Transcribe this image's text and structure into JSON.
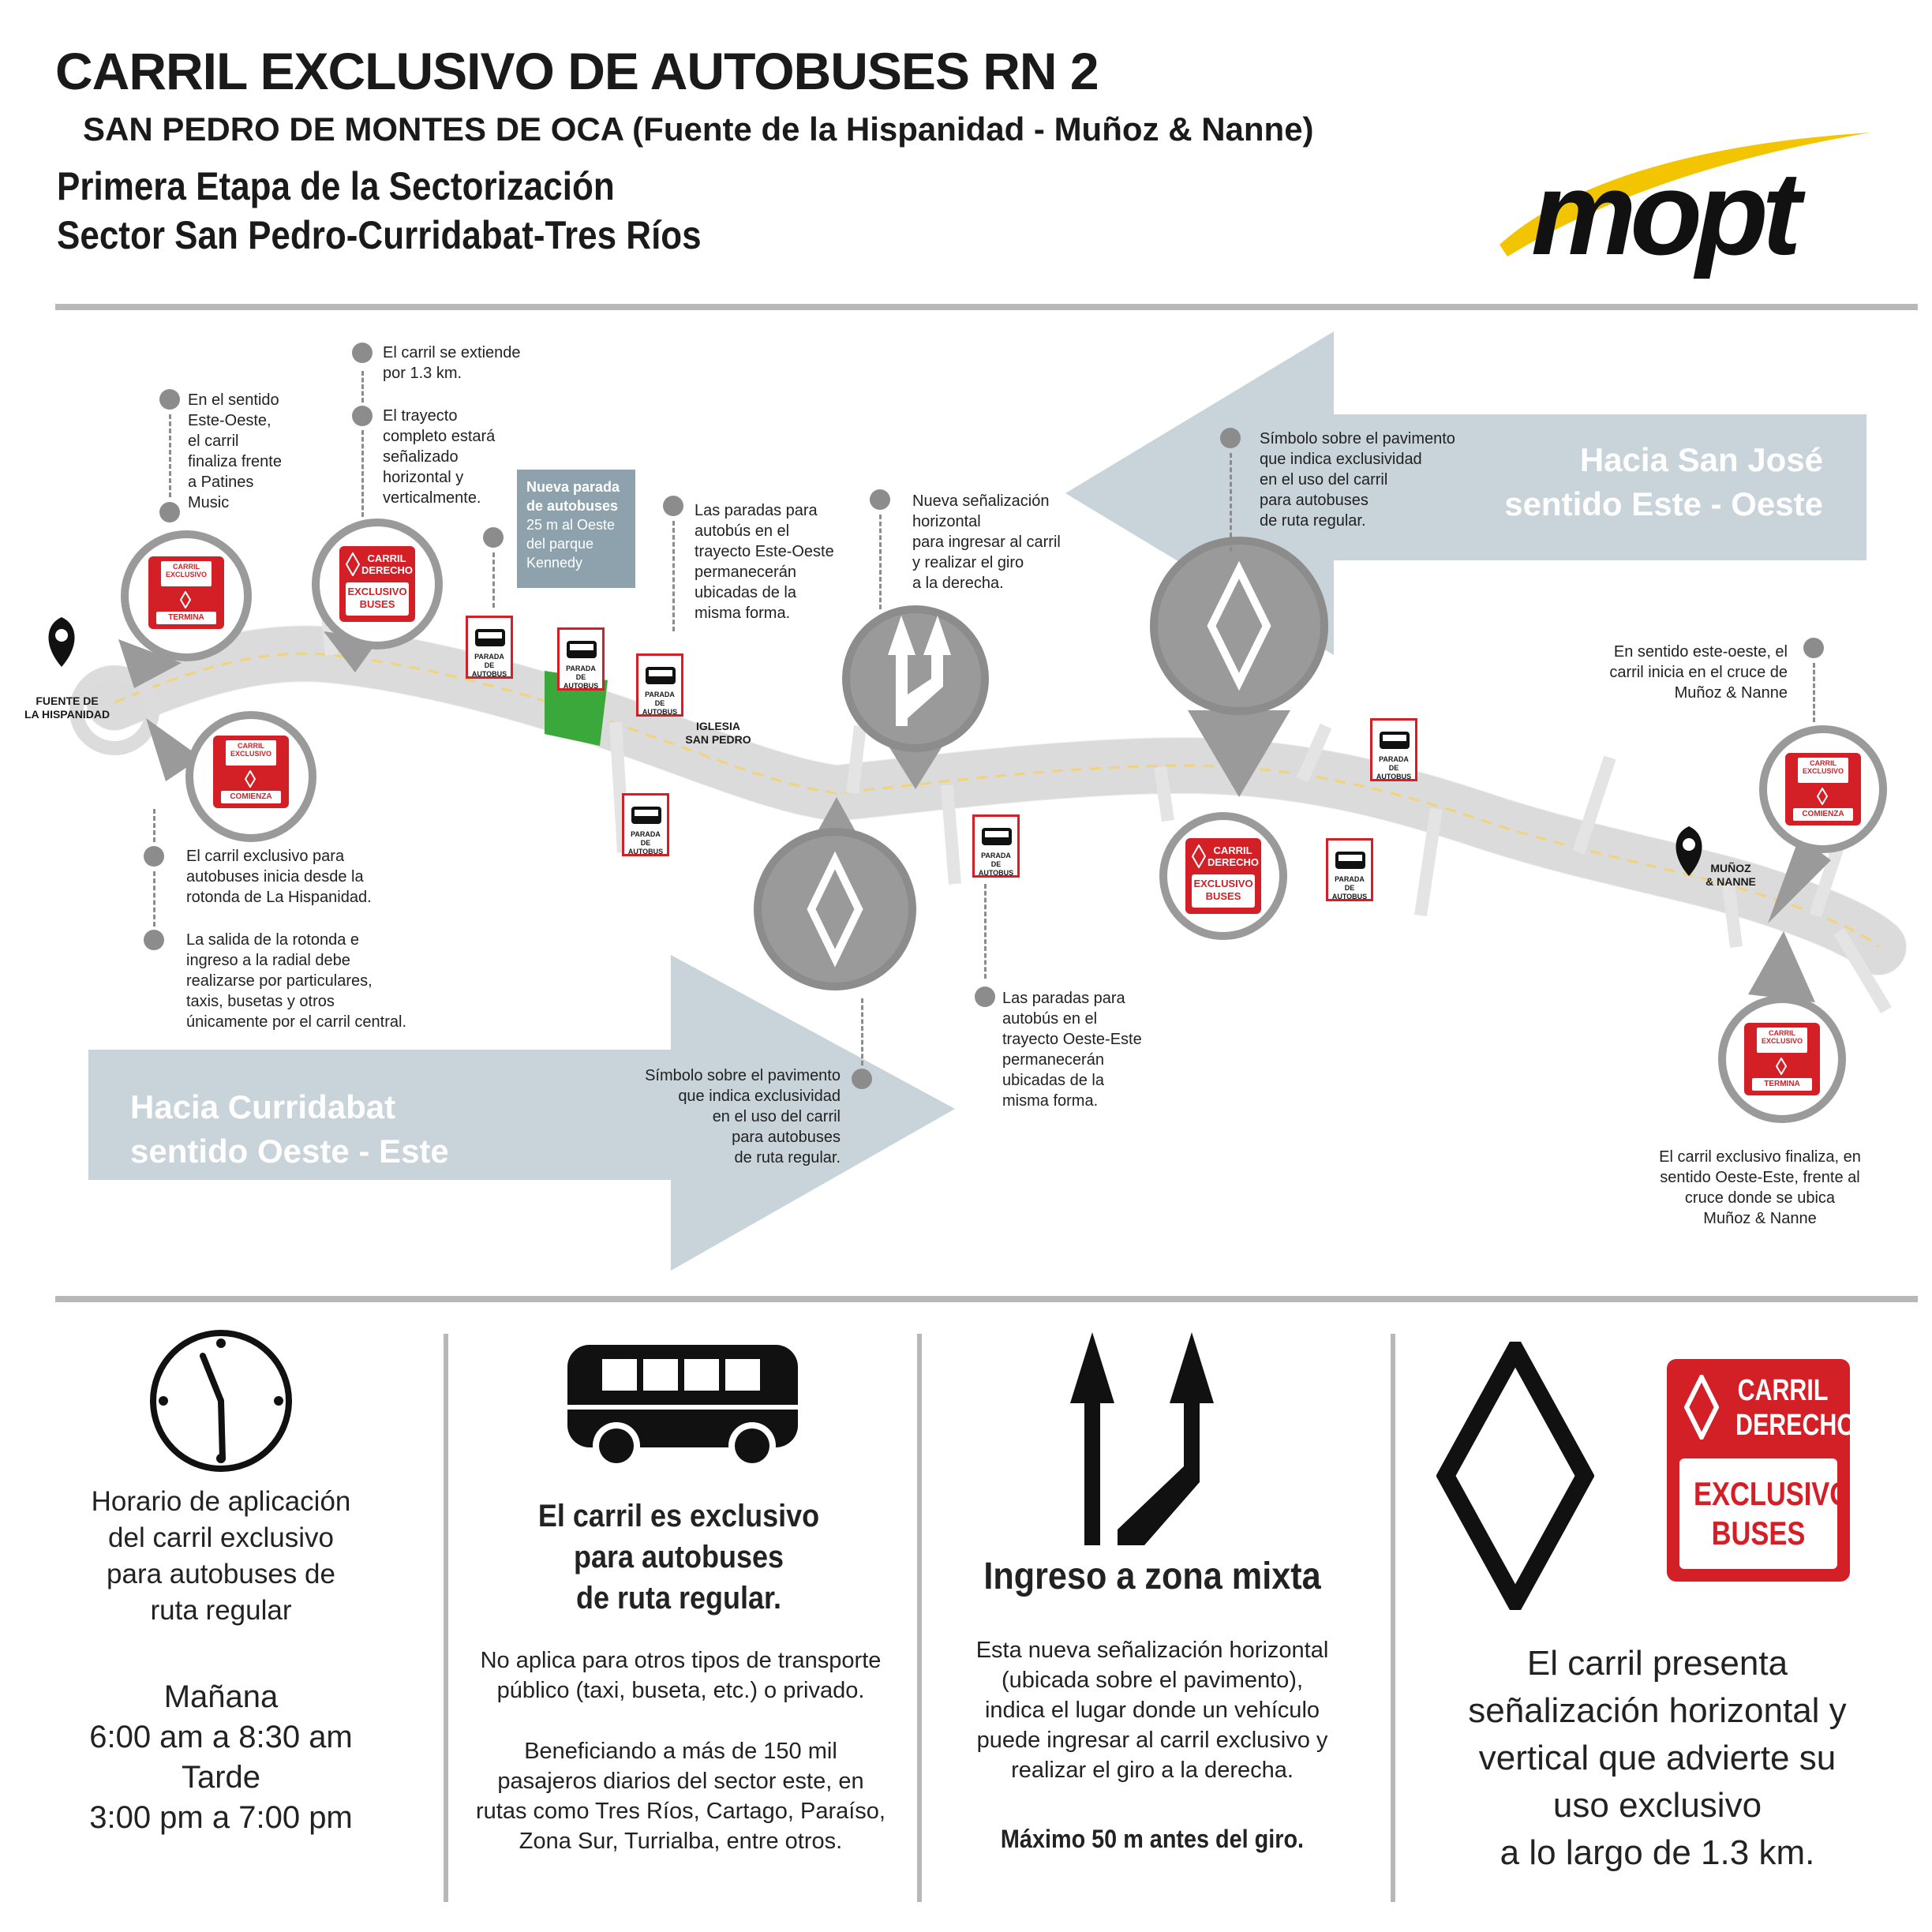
{
  "header": {
    "title": "CARRIL EXCLUSIVO DE AUTOBUSES RN 2",
    "subtitle": "SAN PEDRO DE MONTES DE OCA (Fuente de la Hispanidad - Muñoz & Nanne)",
    "stage_line1": "Primera Etapa de la Sectorización",
    "stage_line2": "Sector San Pedro-Curridabat-Tres Ríos",
    "logo_text": "mopt"
  },
  "colors": {
    "accent_red": "#d32027",
    "arrow_blue": "#c8d3da",
    "gray_marker": "#8c8c8c",
    "logo_yellow": "#f2c500"
  },
  "map": {
    "arrow_west_line1": "Hacia San José",
    "arrow_west_line2": "sentido Este - Oeste",
    "arrow_east_line1": "Hacia Curridabat",
    "arrow_east_line2": "sentido Oeste - Este",
    "place_hispanidad_1": "FUENTE DE",
    "place_hispanidad_2": "LA HISPANIDAD",
    "place_iglesia_1": "IGLESIA",
    "place_iglesia_2": "SAN PEDRO",
    "place_munoz_1": "MUÑOZ",
    "place_munoz_2": "& NANNE",
    "kennedy_title_1": "Nueva parada",
    "kennedy_title_2": "de autobuses",
    "kennedy_text_1": "25 m al Oeste",
    "kennedy_text_2": "del parque",
    "kennedy_text_3": "Kennedy",
    "stop_label_1": "PARADA",
    "stop_label_2": "DE",
    "stop_label_3": "AUTOBUS",
    "notes": {
      "este_oeste_fin": [
        "En el sentido",
        "Este-Oeste,",
        "el carril",
        "finaliza frente",
        "a Patines",
        "Music"
      ],
      "extiende": [
        "El carril se extiende",
        "por 1.3 km."
      ],
      "trayecto": [
        "El trayecto",
        "completo estará",
        "señalizado",
        "horizontal y",
        "verticalmente."
      ],
      "paradas_eo": [
        "Las paradas para",
        "autobús en el",
        "trayecto Este-Oeste",
        "permanecerán",
        "ubicadas de la",
        "misma forma."
      ],
      "nueva_senal": [
        "Nueva señalización",
        "horizontal",
        "para ingresar al carril",
        "y realizar el giro",
        "a la derecha."
      ],
      "simbolo_top": [
        "Símbolo sobre el pavimento",
        "que indica exclusividad",
        "en el uso del carril",
        "para autobuses",
        "de ruta regular."
      ],
      "inicia_eo": [
        "En sentido este-oeste, el",
        "carril inicia en el cruce de",
        "Muñoz & Nanne"
      ],
      "inicia_rotonda": [
        "El carril exclusivo para",
        "autobuses inicia desde la",
        "rotonda de La Hispanidad."
      ],
      "salida_rotonda": [
        "La salida de la rotonda e",
        "ingreso a la radial debe",
        "realizarse por particulares,",
        "taxis, busetas y otros",
        "únicamente por el carril central."
      ],
      "simbolo_bottom": [
        "Símbolo sobre el pavimento",
        "que indica exclusividad",
        "en el uso del carril",
        "para autobuses",
        "de ruta regular."
      ],
      "paradas_oe": [
        "Las paradas para",
        "autobús en el",
        "trayecto Oeste-Este",
        "permanecerán",
        "ubicadas de la",
        "misma forma."
      ],
      "finaliza_oe": [
        "El carril exclusivo finaliza, en",
        "sentido Oeste-Este, frente al",
        "cruce donde se ubica",
        "Muñoz & Nanne"
      ]
    },
    "sign_carril": "CARRIL",
    "sign_exclusivo": "EXCLUSIVO",
    "sign_termina": "TERMINA",
    "sign_comienza": "COMIENZA",
    "sign_derecho": "DERECHO",
    "sign_buses": "BUSES"
  },
  "bottom": {
    "horario": [
      "Horario de aplicación",
      "del carril exclusivo",
      "para autobuses de",
      "ruta regular"
    ],
    "manana_label": "Mañana",
    "manana_time": "6:00 am a 8:30 am",
    "tarde_label": "Tarde",
    "tarde_time": "3:00 pm a 7:00 pm",
    "exclusivo_bold": [
      "El carril es exclusivo",
      "para autobuses",
      "de ruta regular."
    ],
    "no_aplica": [
      "No aplica para otros tipos de transporte",
      "público (taxi, buseta, etc.) o privado."
    ],
    "beneficiando": [
      "Beneficiando a más de 150 mil",
      "pasajeros diarios del sector este, en",
      "rutas como Tres Ríos, Cartago, Paraíso,",
      "Zona Sur, Turrialba, entre otros."
    ],
    "ingreso_title": "Ingreso a zona mixta",
    "ingreso_text": [
      "Esta nueva señalización horizontal",
      "(ubicada sobre el pavimento),",
      "indica el lugar donde un vehículo",
      "puede ingresar al carril exclusivo y",
      "realizar el giro a la derecha."
    ],
    "maximo": "Máximo 50 m antes del giro.",
    "presenta": [
      "El carril presenta",
      "señalización horizontal y",
      "vertical que advierte su",
      "uso exclusivo",
      "a lo largo de 1.3 km."
    ],
    "sign_carril": "CARRIL",
    "sign_derecho": "DERECHO",
    "sign_exclusivo": "EXCLUSIVO",
    "sign_buses": "BUSES"
  }
}
